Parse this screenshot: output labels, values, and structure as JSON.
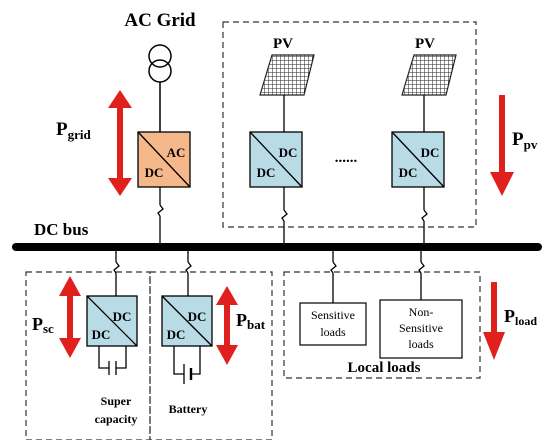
{
  "ac_grid": {
    "title": "AC Grid"
  },
  "grid_converter": {
    "top": "AC",
    "bottom": "DC"
  },
  "pv": {
    "label_1": "PV",
    "label_2": "PV",
    "ellipsis": "......"
  },
  "pv_converter_1": {
    "top": "DC",
    "bottom": "DC"
  },
  "pv_converter_2": {
    "top": "DC",
    "bottom": "DC"
  },
  "dc_bus": {
    "label": "DC bus"
  },
  "power_flows": {
    "grid_main": "P",
    "grid_sub": "grid",
    "pv_main": "P",
    "pv_sub": "pv",
    "sc_main": "P",
    "sc_sub": "sc",
    "bat_main": "P",
    "bat_sub": "bat",
    "load_main": "P",
    "load_sub": "load"
  },
  "sc_converter": {
    "top": "DC",
    "bottom": "DC"
  },
  "bat_converter": {
    "top": "DC",
    "bottom": "DC"
  },
  "storage": {
    "super_line1": "Super",
    "super_line2": "capacity",
    "battery": "Battery"
  },
  "loads": {
    "sensitive_line1": "Sensitive",
    "sensitive_line2": "loads",
    "non_sensitive_line1": "Non-",
    "non_sensitive_line2": "Sensitive",
    "non_sensitive_line3": "loads",
    "group_label": "Local loads"
  },
  "colors": {
    "grid_converter_fill": "#f4b88a",
    "dc_converter_fill": "#b9dbe6",
    "arrow": "#e0201c",
    "bus": "#000000"
  }
}
